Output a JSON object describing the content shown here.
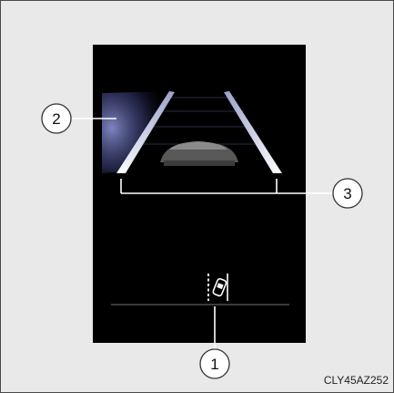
{
  "callouts": [
    {
      "id": "callout-1",
      "number": "1"
    },
    {
      "id": "callout-2",
      "number": "2"
    },
    {
      "id": "callout-3",
      "number": "3"
    }
  ],
  "icons": {
    "lane_keep": "lane-departure-alert-icon"
  },
  "colors": {
    "background": "#e9e9e9",
    "panel": "#000000",
    "lane_lines": "#ffffff",
    "highlight": "#6a74c9",
    "leader_lines": "#ffffff"
  },
  "figure_code": "CLY45AZ252"
}
